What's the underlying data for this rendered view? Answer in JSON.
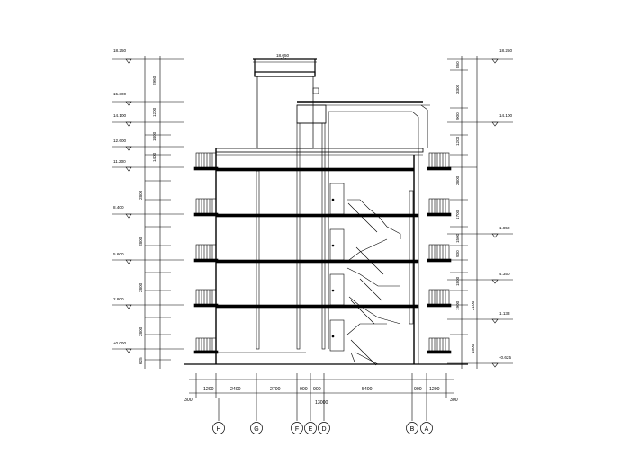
{
  "drawing": {
    "roof_top_elev": "18.250",
    "stair_top_elev": "18.050",
    "ground_elev": "-0.625",
    "left_elevations": [
      "18.250",
      "15.300",
      "14.100",
      "12.600",
      "11.200",
      "8.400",
      "5.600",
      "2.800",
      "±0.000"
    ],
    "right_elevations": [
      "18.250",
      "14.100",
      "1.850",
      "4.350",
      "1.133",
      "-0.625"
    ],
    "left_dims": [
      "2950",
      "1200",
      "1400",
      "1400",
      "2800",
      "2800",
      "2800",
      "2800",
      "625"
    ],
    "right_dims": [
      "850",
      "3300",
      "900",
      "1200",
      "2800",
      "1700",
      "1500",
      "900",
      "1800",
      "1900",
      "2100",
      "1500"
    ],
    "bottom_dims": [
      "300",
      "1200",
      "2400",
      "2700",
      "900",
      "900",
      "5400",
      "900",
      "1200",
      "300"
    ],
    "total_dim": "13000",
    "axes": [
      "H",
      "G",
      "F",
      "E",
      "D",
      "B",
      "A"
    ]
  },
  "colors": {
    "line": "#000000",
    "background": "#ffffff"
  }
}
